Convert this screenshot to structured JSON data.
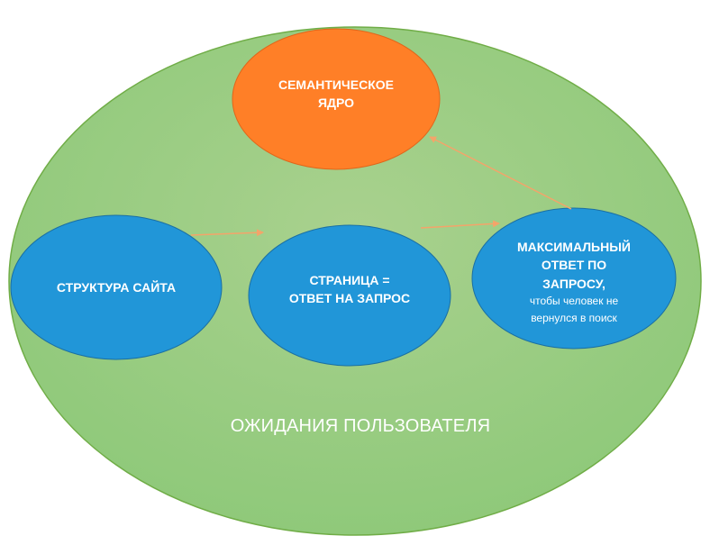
{
  "diagram": {
    "outer": {
      "label": "ОЖИДАНИЯ ПОЛЬЗОВАТЕЛЯ"
    },
    "nodes": {
      "semantic_core": {
        "line1": "СЕМАНТИЧЕСКОЕ",
        "line2": "ЯДРО"
      },
      "site_structure": {
        "line1": "СТРУКТУРА САЙТА"
      },
      "page_answer": {
        "line1": "СТРАНИЦА =",
        "line2": "ОТВЕТ НА ЗАПРОС"
      },
      "max_answer": {
        "line1": "МАКСИМАЛЬНЫЙ",
        "line2": "ОТВЕТ ПО",
        "line3": "ЗАПРОСУ,",
        "line4": "чтобы человек не",
        "line5": "вернулся в поиск"
      }
    },
    "colors": {
      "outer_fill": "#a9d18e",
      "outer_stroke": "#70ad47",
      "orange": "#ff7f27",
      "orange_stroke": "#e0661a",
      "blue": "#2196d8",
      "blue_stroke": "#1a6fa3",
      "arrow": "#f4a46a",
      "text": "#ffffff"
    }
  }
}
